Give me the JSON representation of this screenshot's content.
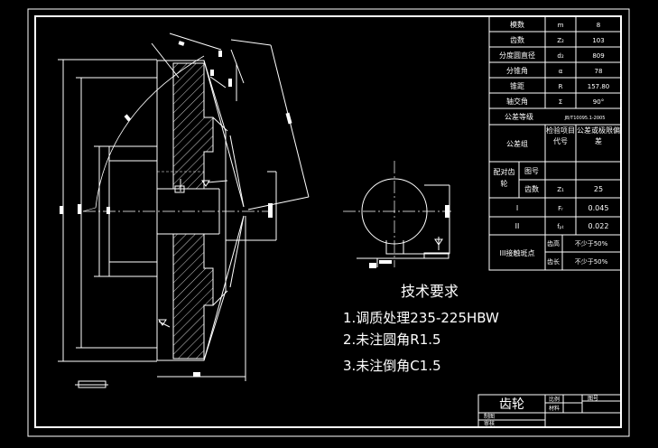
{
  "gear_table": {
    "rows": [
      {
        "name": "模数",
        "symbol": "m",
        "value": "8"
      },
      {
        "name": "齿数",
        "symbol": "Z₂",
        "value": "103"
      },
      {
        "name": "分度圆直径",
        "symbol": "d₂",
        "value": "809"
      },
      {
        "name": "分锥角",
        "symbol": "α",
        "value": "78"
      },
      {
        "name": "锥距",
        "symbol": "R",
        "value": "157.80"
      },
      {
        "name": "轴交角",
        "symbol": "Σ",
        "value": "90°"
      }
    ],
    "accuracy_label": "公差等级",
    "accuracy_value": "JB/T10095.1-2005",
    "tolerance_group": "公差组",
    "inspect_item": "检验项目代号",
    "tolerance_value": "公差或极限偏差",
    "mating_gear": "配对齿轮",
    "drawing_no": "图号",
    "teeth": "齿数",
    "teeth_symbol": "Z₁",
    "teeth_value": "25",
    "row_i": "Ⅰ",
    "row_i_symbol": "Fᵣ",
    "row_i_value": "0.045",
    "row_ii": "II",
    "row_ii_symbol": "fₚₜ",
    "row_ii_value": "0.022",
    "row_iii": "III接触斑点",
    "height_label": "齿高",
    "height_value": "不少于50%",
    "length_label": "齿长",
    "length_value": "不少于50%"
  },
  "requirements": {
    "title": "技术要求",
    "items": [
      "1.调质处理235-225HBW",
      "2.未注圆角R1.5",
      "3.未注倒角C1.5"
    ]
  },
  "title_block": {
    "part_name": "齿轮",
    "scale_label": "比例",
    "material_label": "材料",
    "drawing_number": "图号",
    "designer": "制图",
    "checker": "审核"
  },
  "colors": {
    "background": "#000000",
    "lines": "#ffffff"
  }
}
